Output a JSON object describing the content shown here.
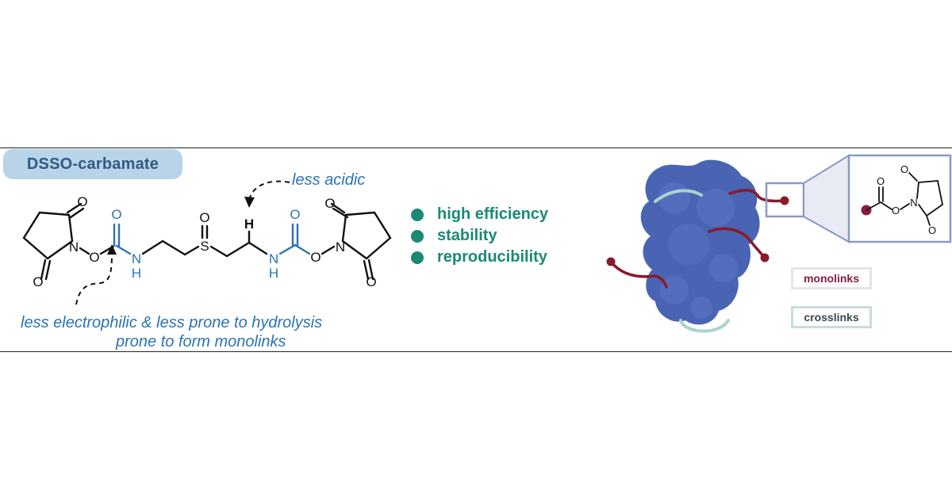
{
  "title": "DSSO-carbamate",
  "notes": {
    "acidic": "less acidic",
    "electrophilic": "less electrophilic & less prone to hydrolysis",
    "monolinks": "prone to form monolinks"
  },
  "features": [
    {
      "label": "high efficiency"
    },
    {
      "label": "stability"
    },
    {
      "label": "reproducibility"
    }
  ],
  "legend": {
    "monolinks": "monolinks",
    "crosslinks": "crosslinks"
  },
  "atoms": {
    "O": "O",
    "N": "N",
    "H": "H",
    "S": "S"
  },
  "colors": {
    "accent_blue": "#2b73b5",
    "title_pill": "#b9d4e8",
    "feature_green": "#1a8a75",
    "protein_blue": "#4a64b4",
    "monolink_red": "#8a1a2c",
    "crosslink_teal": "#a9d3cc",
    "zoom_frame": "#8a99c4"
  },
  "icons": [
    "protein-blob-icon",
    "zoom-callout-icon",
    "dashed-arrow-icon"
  ]
}
